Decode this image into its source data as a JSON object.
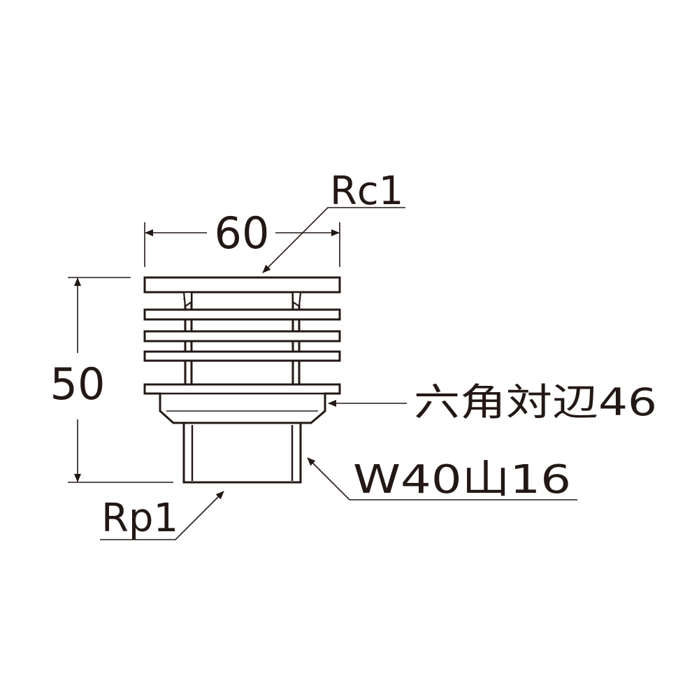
{
  "drawing": {
    "stroke_color": "#231815",
    "background_color": "#ffffff",
    "labels": {
      "dim_width": "60",
      "dim_height": "50",
      "top_thread": "Rc1",
      "bottom_thread": "Rp1",
      "hex_across_flats": "六角対辺46",
      "screw_thread": "W40山16"
    }
  }
}
